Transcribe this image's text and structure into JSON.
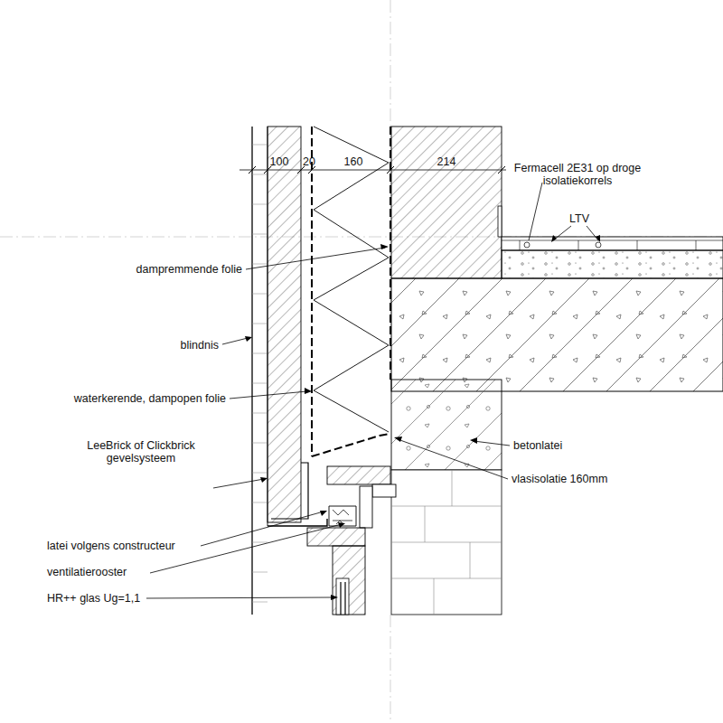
{
  "diagram": {
    "labels": [
      "100",
      "20",
      "160",
      "214",
      "Fermacell 2E31 op droge isolatiekorrels",
      "LTV",
      "dampremmende folie",
      "blindnis",
      "waterkerende, dampopen folie",
      "betonlatei",
      "LeeBrick of Clickbrick gevelsysteem",
      "vlasisolatie 160mm",
      "latei volgens constructeur",
      "ventilatierooster",
      "HR++ glas Ug=1,1"
    ]
  }
}
